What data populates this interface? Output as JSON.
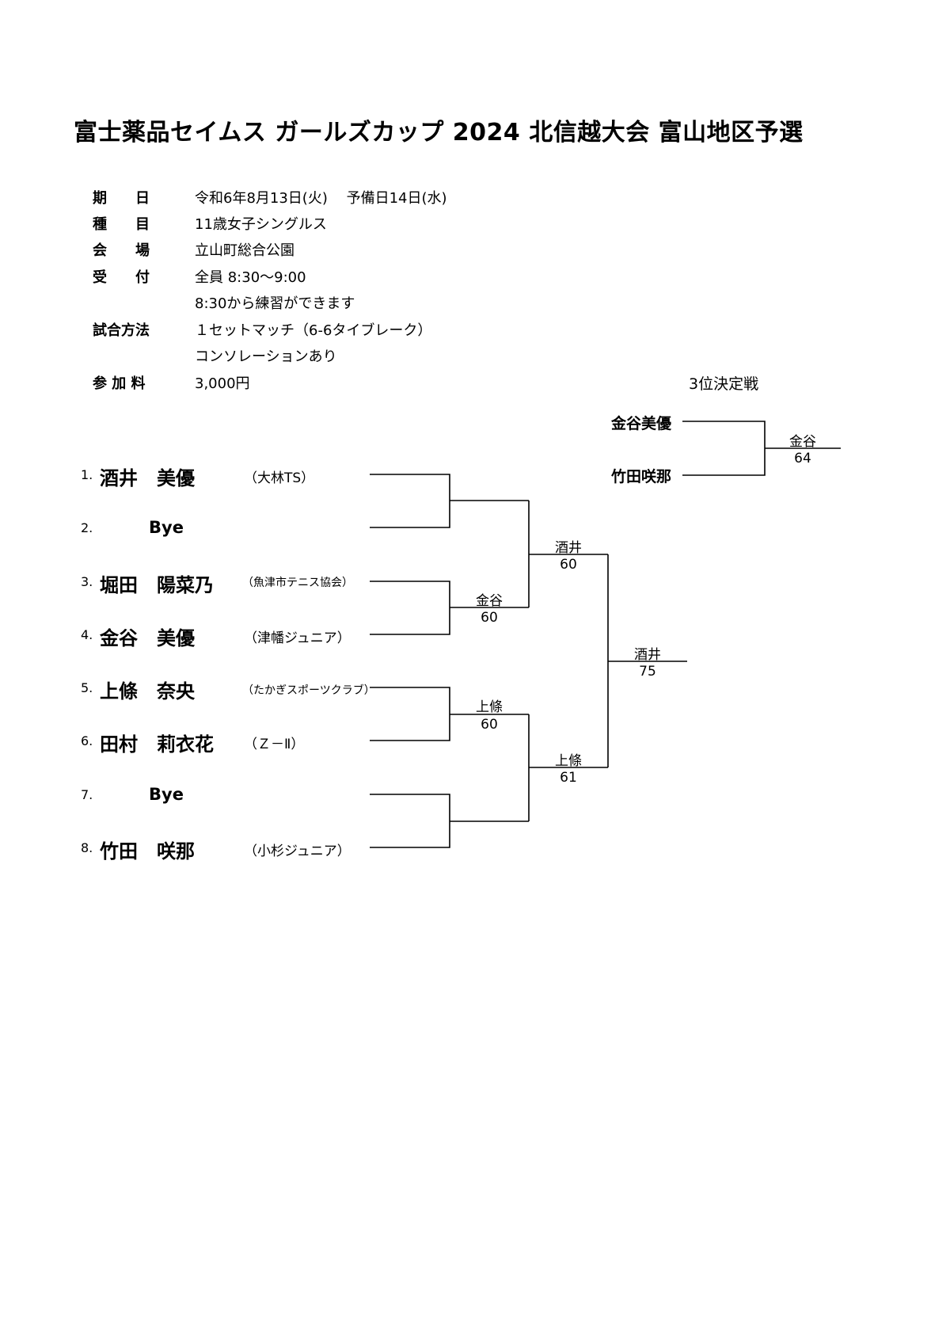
{
  "title": "富士薬品セイムス ガールズカップ 2024  北信越大会  富山地区予選",
  "info": [
    {
      "label": "期　　日",
      "value": "令和6年8月13日(火)　 予備日14日(水)"
    },
    {
      "label": "種　　目",
      "value": "11歳女子シングルス"
    },
    {
      "label": "会　　場",
      "value": "立山町総合公園"
    },
    {
      "label": "受　　付",
      "value": "全員  8:30〜9:00"
    },
    {
      "label": "",
      "value": "8:30から練習ができます"
    },
    {
      "label": "試合方法",
      "value": "１セットマッチ（6-6タイブレーク）"
    },
    {
      "label": "",
      "value": "コンソレーションあり"
    },
    {
      "label": "参 加 料",
      "value": "3,000円"
    }
  ],
  "players": [
    {
      "seed": "1.",
      "name": "酒井　美優",
      "club": "（大林TS）"
    },
    {
      "seed": "2.",
      "name": "Bye",
      "club": ""
    },
    {
      "seed": "3.",
      "name": "堀田　陽菜乃",
      "club": "（魚津市テニス協会）"
    },
    {
      "seed": "4.",
      "name": "金谷　美優",
      "club": "（津幡ジュニア）"
    },
    {
      "seed": "5.",
      "name": "上條　奈央",
      "club": "（たかぎスポーツクラブ）"
    },
    {
      "seed": "6.",
      "name": "田村　莉衣花",
      "club": "（Ｚ－Ⅱ）"
    },
    {
      "seed": "7.",
      "name": "Bye",
      "club": ""
    },
    {
      "seed": "8.",
      "name": "竹田　咲那",
      "club": "（小杉ジュニア）"
    }
  ],
  "results": {
    "r1": [
      {
        "winner": "",
        "score": ""
      },
      {
        "winner": "金谷",
        "score": "60"
      },
      {
        "winner": "上條",
        "score": "60"
      },
      {
        "winner": "",
        "score": ""
      }
    ],
    "sf": [
      {
        "winner": "酒井",
        "score": "60"
      },
      {
        "winner": "上條",
        "score": "61"
      }
    ],
    "final": {
      "winner": "酒井",
      "score": "75"
    }
  },
  "third_place": {
    "title": "3位決定戦",
    "player1": "金谷美優",
    "player2": "竹田咲那",
    "winner": "金谷",
    "score": "64"
  }
}
